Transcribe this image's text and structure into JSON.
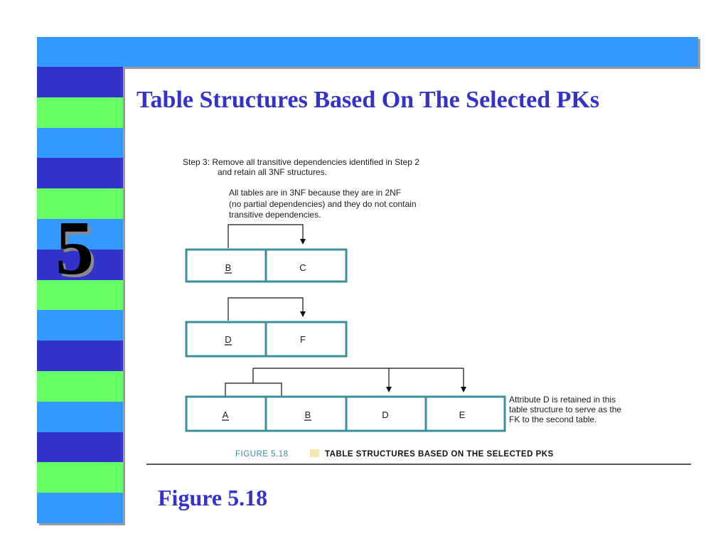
{
  "slide": {
    "chapter_number": "5",
    "title": "Table Structures Based On The Selected PKs",
    "figure_label": "Figure 5.18"
  },
  "colors": {
    "top_bar": "#3399ff",
    "stripes": [
      "#3333cc",
      "#66ff66",
      "#3399ff"
    ],
    "title": "#3333cc",
    "table_border": "#3a8f99"
  },
  "diagram": {
    "step_line1": "Step 3:  Remove all transitive dependencies identified in Step 2",
    "step_line2": "and retain all 3NF structures.",
    "note_lines": [
      "All tables are in 3NF because they are in 2NF",
      "(no partial dependencies) and they do not contain",
      "transitive dependencies."
    ],
    "tables": [
      {
        "attributes": [
          {
            "name": "B",
            "key": true
          },
          {
            "name": "C",
            "key": false
          }
        ]
      },
      {
        "attributes": [
          {
            "name": "D",
            "key": true
          },
          {
            "name": "F",
            "key": false
          }
        ]
      },
      {
        "attributes": [
          {
            "name": "A",
            "key": true
          },
          {
            "name": "B",
            "key": true
          },
          {
            "name": "D",
            "key": false
          },
          {
            "name": "E",
            "key": false
          }
        ]
      }
    ],
    "side_note_lines": [
      "Attribute D is retained in this",
      "table structure to serve as the",
      "FK to the second table."
    ],
    "caption_number": "FIGURE 5.18",
    "caption_title": "TABLE STRUCTURES BASED ON THE SELECTED PKS"
  }
}
